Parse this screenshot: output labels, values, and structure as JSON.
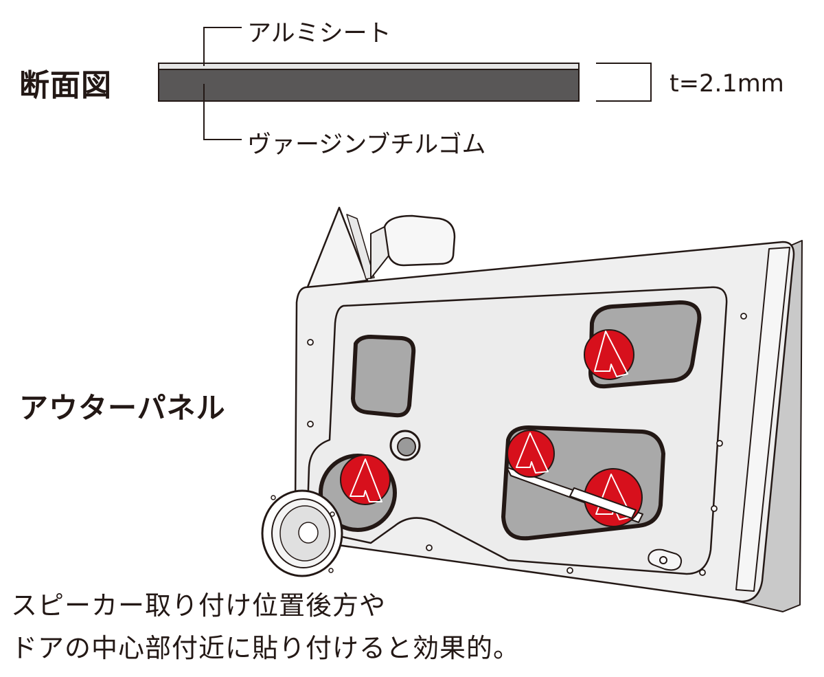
{
  "cross_section": {
    "title": "断面図",
    "top_layer_label": "アルミシート",
    "bottom_layer_label": "ヴァージンブチルゴム",
    "thickness": "t=2.1mm"
  },
  "door": {
    "panel_label": "アウターパネル"
  },
  "caption": {
    "line1": "スピーカー取り付け位置後方や",
    "line2": "ドアの中心部付近に貼り付けると効果的。"
  },
  "colors": {
    "ink": "#231815",
    "rubber": "#595757",
    "aluminum": "#e6e6e6",
    "panel": "#efefef",
    "hole": "#a9a9a9",
    "pad": "#d7101c"
  }
}
